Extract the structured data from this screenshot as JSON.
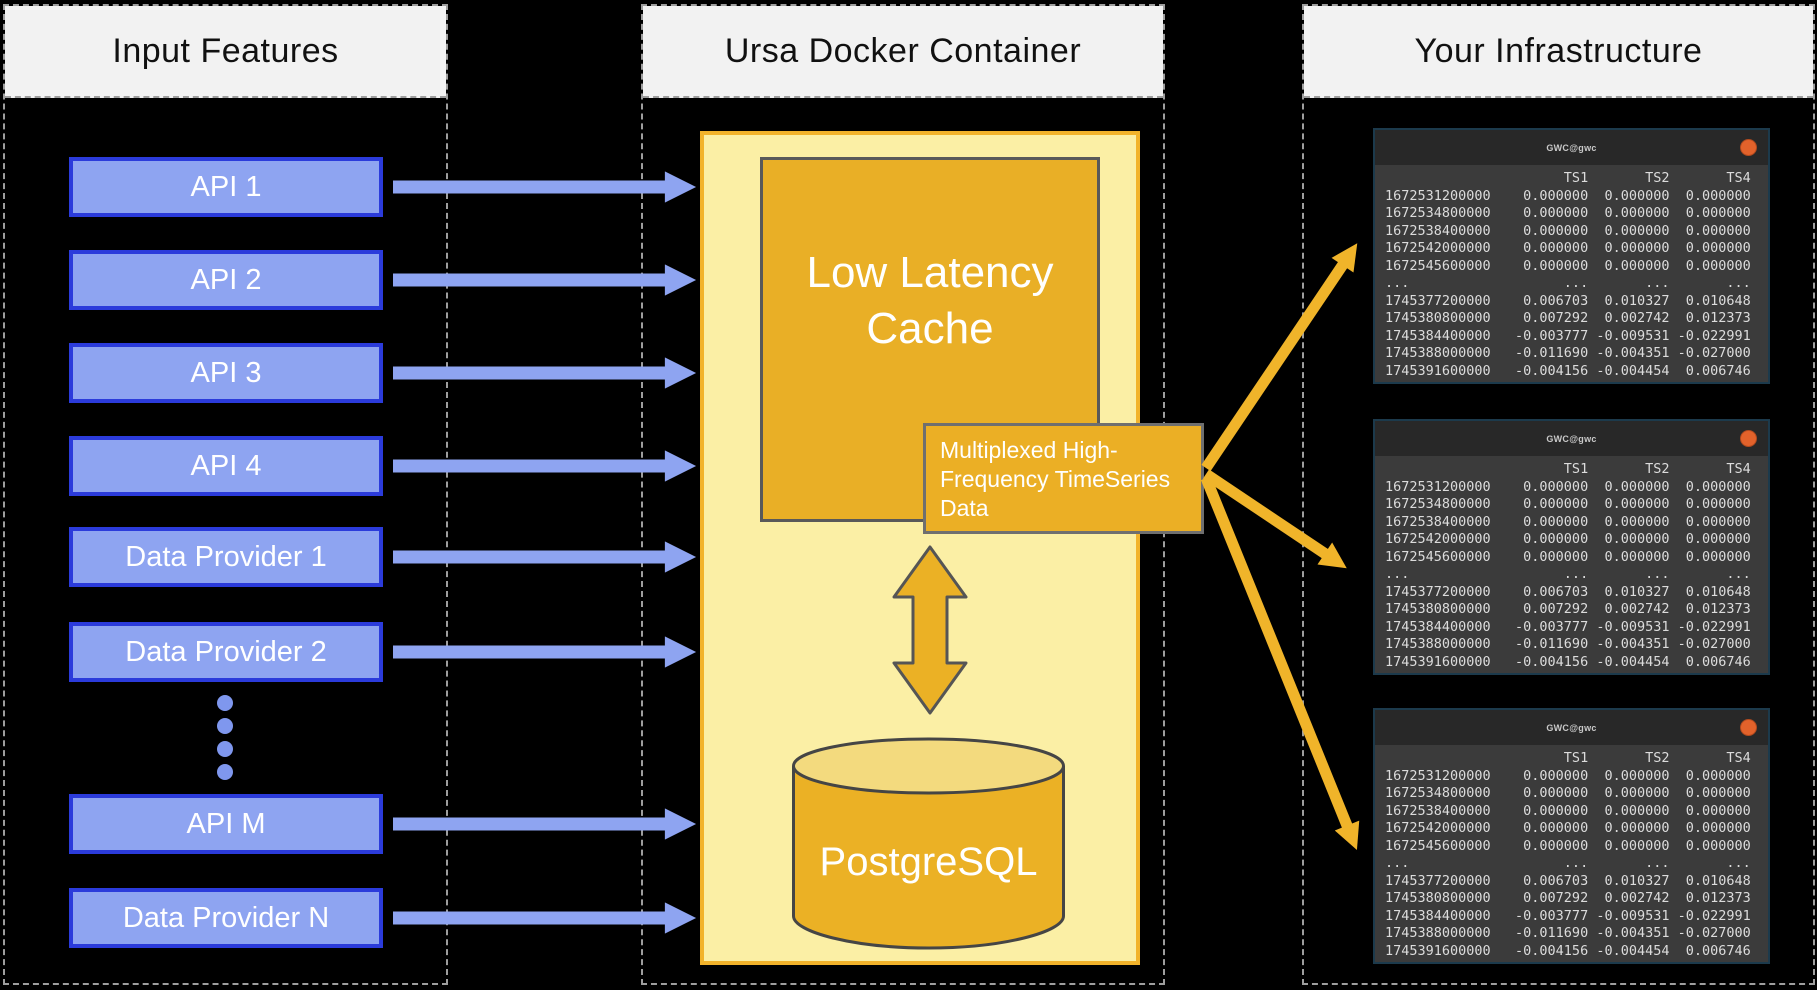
{
  "columns": {
    "input": {
      "title": "Input Features"
    },
    "container": {
      "title": "Ursa Docker Container"
    },
    "infra": {
      "title": "Your Infrastructure"
    }
  },
  "input_items": [
    {
      "label": "API 1"
    },
    {
      "label": "API 2"
    },
    {
      "label": "API 3"
    },
    {
      "label": "API 4"
    },
    {
      "label": "Data Provider 1"
    },
    {
      "label": "Data Provider 2"
    },
    {
      "label": "API M"
    },
    {
      "label": "Data Provider N"
    }
  ],
  "cache": {
    "label": "Low Latency Cache"
  },
  "database": {
    "label": "PostgreSQL"
  },
  "multiplex_label": "Multiplexed High-Frequency TimeSeries Data",
  "terminal": {
    "title": "GWC@gwc",
    "columns": [
      "TS1",
      "TS2",
      "TS4"
    ],
    "rows": [
      [
        "1672531200000",
        "0.000000",
        "0.000000",
        "0.000000"
      ],
      [
        "1672534800000",
        "0.000000",
        "0.000000",
        "0.000000"
      ],
      [
        "1672538400000",
        "0.000000",
        "0.000000",
        "0.000000"
      ],
      [
        "1672542000000",
        "0.000000",
        "0.000000",
        "0.000000"
      ],
      [
        "1672545600000",
        "0.000000",
        "0.000000",
        "0.000000"
      ],
      [
        "...",
        "...",
        "...",
        "..."
      ],
      [
        "1745377200000",
        "0.006703",
        "0.010327",
        "0.010648"
      ],
      [
        "1745380800000",
        "0.007292",
        "0.002742",
        "0.012373"
      ],
      [
        "1745384400000",
        "-0.003777",
        "-0.009531",
        "-0.022991"
      ],
      [
        "1745388000000",
        "-0.011690",
        "-0.004351",
        "-0.027000"
      ],
      [
        "1745391600000",
        "-0.004156",
        "-0.004454",
        "0.006746"
      ]
    ]
  },
  "colors": {
    "input_fill": "#8EA4F1",
    "input_border": "#2B3BDB",
    "gold_arrow": "#F0B42A",
    "container_fill": "#FBEFA5",
    "container_border": "#F2B32B",
    "cache_fill": "#E9AF26",
    "cylinder_fill": "#EBB125",
    "terminal_body": "#3B3B3B",
    "terminal_titlebar": "#282828",
    "terminal_button": "#E2622B"
  }
}
